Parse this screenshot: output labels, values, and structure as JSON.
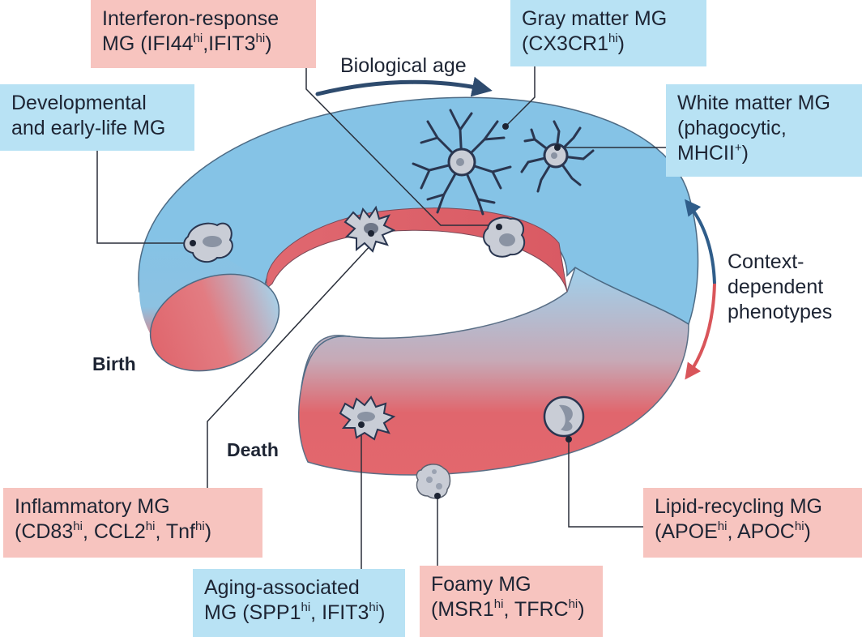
{
  "labels": {
    "interferon": {
      "line1": "Interferon-response",
      "line2_prefix": "MG (IFI44",
      "sup1": "hi",
      "mid": ",IFIT3",
      "sup2": "hi",
      "suffix": ")"
    },
    "gray_matter": {
      "line1": "Gray matter MG",
      "line2_prefix": "(CX3CR1",
      "sup1": "hi",
      "suffix": ")"
    },
    "developmental": {
      "line1": "Developmental",
      "line2": "and early-life MG"
    },
    "white_matter": {
      "line1": "White matter MG",
      "line2": "(phagocytic,",
      "line3_prefix": "MHCII",
      "sup1": "+",
      "suffix": ")"
    },
    "inflammatory": {
      "line1": "Inflammatory MG",
      "line2_prefix": "(CD83",
      "sup1": "hi",
      "mid1": ", CCL2",
      "sup2": "hi",
      "mid2": ", Tnf",
      "sup3": "hi",
      "suffix": ")"
    },
    "aging": {
      "line1": "Aging-associated",
      "line2_prefix": "MG (SPP1",
      "sup1": "hi",
      "mid": ", IFIT3",
      "sup2": "hi",
      "suffix": ")"
    },
    "foamy": {
      "line1": "Foamy MG",
      "line2_prefix": "(MSR1",
      "sup1": "hi",
      "mid": ", TFRC",
      "sup2": "hi",
      "suffix": ")"
    },
    "lipid": {
      "line1": "Lipid-recycling MG",
      "line2_prefix": "(APOE",
      "sup1": "hi",
      "mid": ", APOC",
      "sup2": "hi",
      "suffix": ")"
    }
  },
  "annotations": {
    "biological_age": "Biological age",
    "context_line1": "Context-",
    "context_line2": "dependent",
    "context_line3": "phenotypes",
    "birth": "Birth",
    "death": "Death"
  },
  "colors": {
    "ring_blue": "#85c3e6",
    "ring_blue_light": "#a7d5ee",
    "ring_red": "#e0666d",
    "box_blue": "#b8e2f4",
    "box_pink": "#f7c4bf",
    "arrow_navy": "#2e4b6e",
    "arrow_red": "#d9555a",
    "cell_gray": "#c9cdd6",
    "cell_nucleus": "#8a93a3",
    "cell_outline": "#2a3650"
  }
}
